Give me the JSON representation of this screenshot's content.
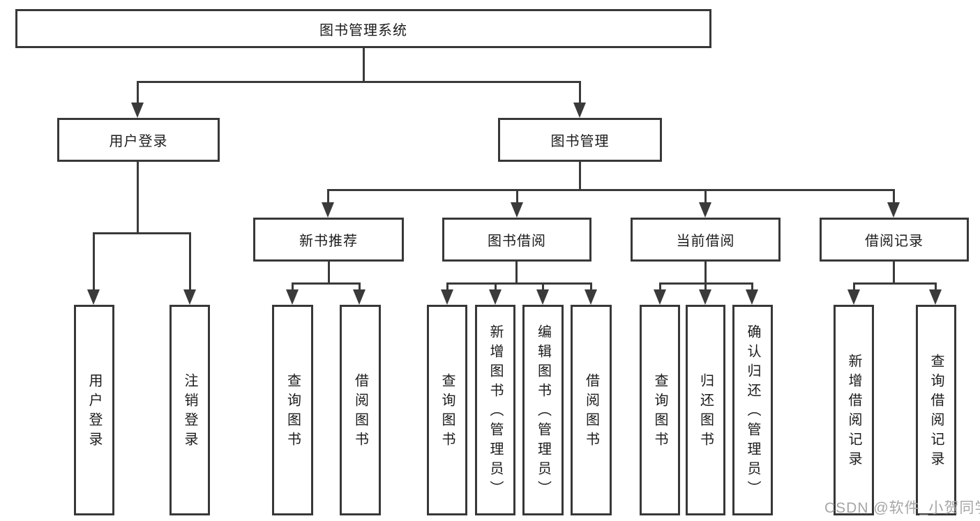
{
  "diagram": {
    "title": "图书管理系统",
    "colors": {
      "line": "#3a3a3a",
      "border": "#383838",
      "text": "#1c1c1c",
      "background": "#ffffff",
      "watermark_text_color": "#a6a6a6"
    },
    "tree": {
      "root": "图书管理系统",
      "branches": [
        {
          "label": "用户登录",
          "children": [
            "用户登录",
            "注销登录"
          ]
        },
        {
          "label": "图书管理",
          "children": [
            {
              "label": "新书推荐",
              "children": [
                "查询图书",
                "借阅图书"
              ]
            },
            {
              "label": "图书借阅",
              "children": [
                "查询图书",
                "新增图书（管理员）",
                "编辑图书（管理员）",
                "借阅图书"
              ]
            },
            {
              "label": "当前借阅",
              "children": [
                "查询图书",
                "归还图书",
                "确认归还（管理员）"
              ]
            },
            {
              "label": "借阅记录",
              "children": [
                "新增借阅记录",
                "查询借阅记录"
              ]
            }
          ]
        }
      ]
    },
    "watermark": "CSDN @软件_小贺同学"
  }
}
